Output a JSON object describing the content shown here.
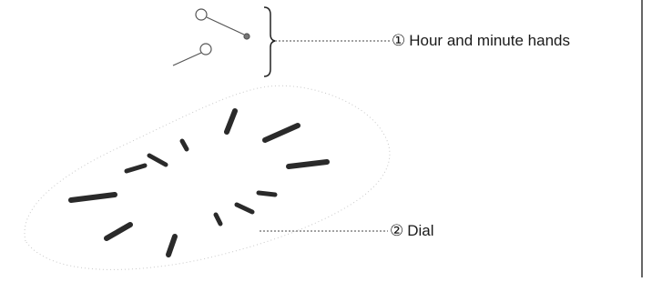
{
  "callouts": [
    {
      "number": "①",
      "label": "Hour and minute hands"
    },
    {
      "number": "②",
      "label": "Dial"
    }
  ]
}
